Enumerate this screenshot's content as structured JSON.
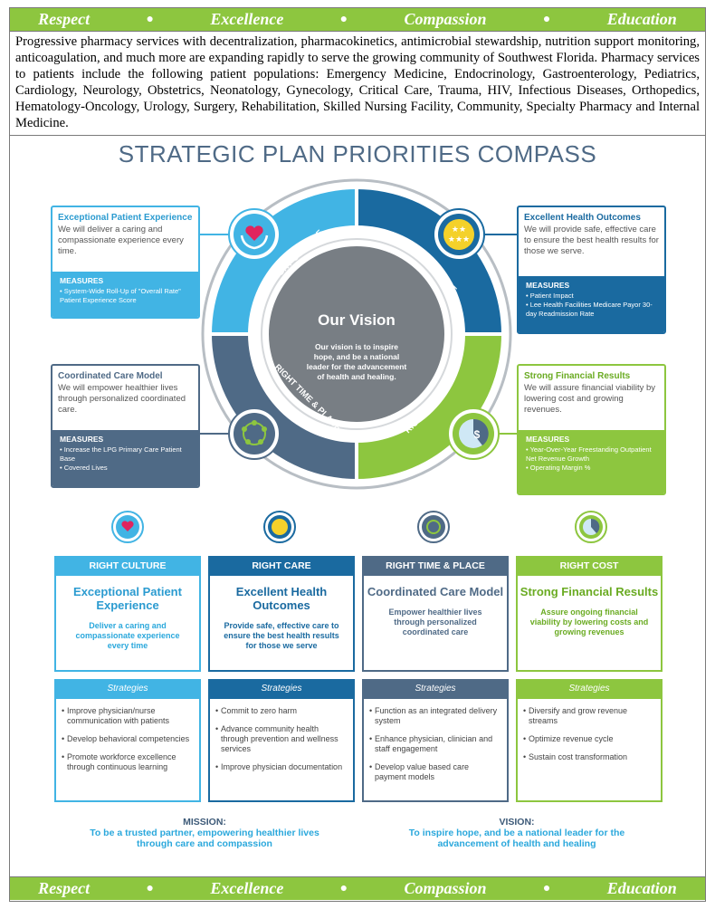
{
  "values_bar": [
    "Respect",
    "Excellence",
    "Compassion",
    "Education"
  ],
  "intro_text": "Progressive pharmacy services with decentralization, pharmacokinetics, antimicrobial stewardship, nutrition support monitoring, anticoagulation, and much more are expanding rapidly to serve the growing community of Southwest Florida.  Pharmacy services to patients include the following patient populations: Emergency Medicine, Endocrinology, Gastroenterology, Pediatrics, Cardiology, Neurology, Obstetrics, Neonatology, Gynecology, Critical Care, Trauma, HIV, Infectious Diseases, Orthopedics, Hematology-Oncology, Urology, Surgery, Rehabilitation, Skilled Nursing Facility, Community, Specialty Pharmacy and Internal Medicine.",
  "infographic_title": "STRATEGIC PLAN PRIORITIES COMPASS",
  "colors": {
    "culture": "#41b4e4",
    "care": "#1a6aa0",
    "time": "#4f6a86",
    "cost": "#8dc63f",
    "text_dark": "#3d5a78"
  },
  "vision_center": {
    "title": "Our Vision",
    "text": "Our vision is to inspire hope, and be a national leader for the advancement of health and healing."
  },
  "ring_labels": {
    "culture": "RIGHT CULTURE",
    "care": "RIGHT CARE",
    "time": "RIGHT TIME & PLACE",
    "cost": "RIGHT COST"
  },
  "cards": {
    "patient": {
      "title": "Exceptional Patient Experience",
      "body": "We will deliver a caring and compassionate experience every time.",
      "measures_head": "MEASURES",
      "measures": [
        "• System-Wide Roll-Up of \"Overall Rate\" Patient Experience Score"
      ]
    },
    "health": {
      "title": "Excellent Health Outcomes",
      "body": "We will provide safe, effective care to ensure the best health results for those we serve.",
      "measures_head": "MEASURES",
      "measures": [
        "• Patient Impact",
        "• Lee Health Facilities Medicare Payor 30-day Readmission Rate"
      ]
    },
    "coord": {
      "title": "Coordinated Care Model",
      "body": "We will empower healthier lives through personalized coordinated care.",
      "measures_head": "MEASURES",
      "measures": [
        "• Increase the LPG Primary Care Patient Base",
        "• Covered Lives"
      ]
    },
    "finance": {
      "title": "Strong Financial Results",
      "body": "We will assure financial viability by lowering cost and growing revenues.",
      "measures_head": "MEASURES",
      "measures": [
        "• Year-Over-Year Freestanding Outpatient Net Revenue Growth",
        "• Operating Margin %"
      ]
    }
  },
  "columns": [
    {
      "head": "RIGHT CULTURE",
      "title": "Exceptional Patient Experience",
      "desc": "Deliver a caring and compassionate experience every time",
      "strategies_label": "Strategies",
      "strategies": [
        "Improve physician/nurse communication with patients",
        "Develop behavioral competencies",
        "Promote workforce excellence through continuous learning"
      ]
    },
    {
      "head": "RIGHT CARE",
      "title": "Excellent Health Outcomes",
      "desc": "Provide safe, effective care to ensure the best health results for those we serve",
      "strategies_label": "Strategies",
      "strategies": [
        "Commit to zero harm",
        "Advance community health through prevention and wellness services",
        "Improve physician documentation"
      ]
    },
    {
      "head": "RIGHT TIME & PLACE",
      "title": "Coordinated Care Model",
      "desc": "Empower healthier lives through personalized coordinated care",
      "strategies_label": "Strategies",
      "strategies": [
        "Function as an integrated delivery system",
        "Enhance physician, clinician and staff engagement",
        "Develop value based care payment models"
      ]
    },
    {
      "head": "RIGHT COST",
      "title": "Strong Financial Results",
      "desc": "Assure ongoing financial viability by lowering costs and growing revenues",
      "strategies_label": "Strategies",
      "strategies": [
        "Diversify and grow revenue streams",
        "Optimize revenue cycle",
        "Sustain cost transformation"
      ]
    }
  ],
  "mission": {
    "head": "MISSION:",
    "text": "To be a trusted partner, empowering healthier lives through care and compassion"
  },
  "vision": {
    "head": "VISION:",
    "text": "To inspire hope, and be a national leader for the advancement of health and healing"
  }
}
